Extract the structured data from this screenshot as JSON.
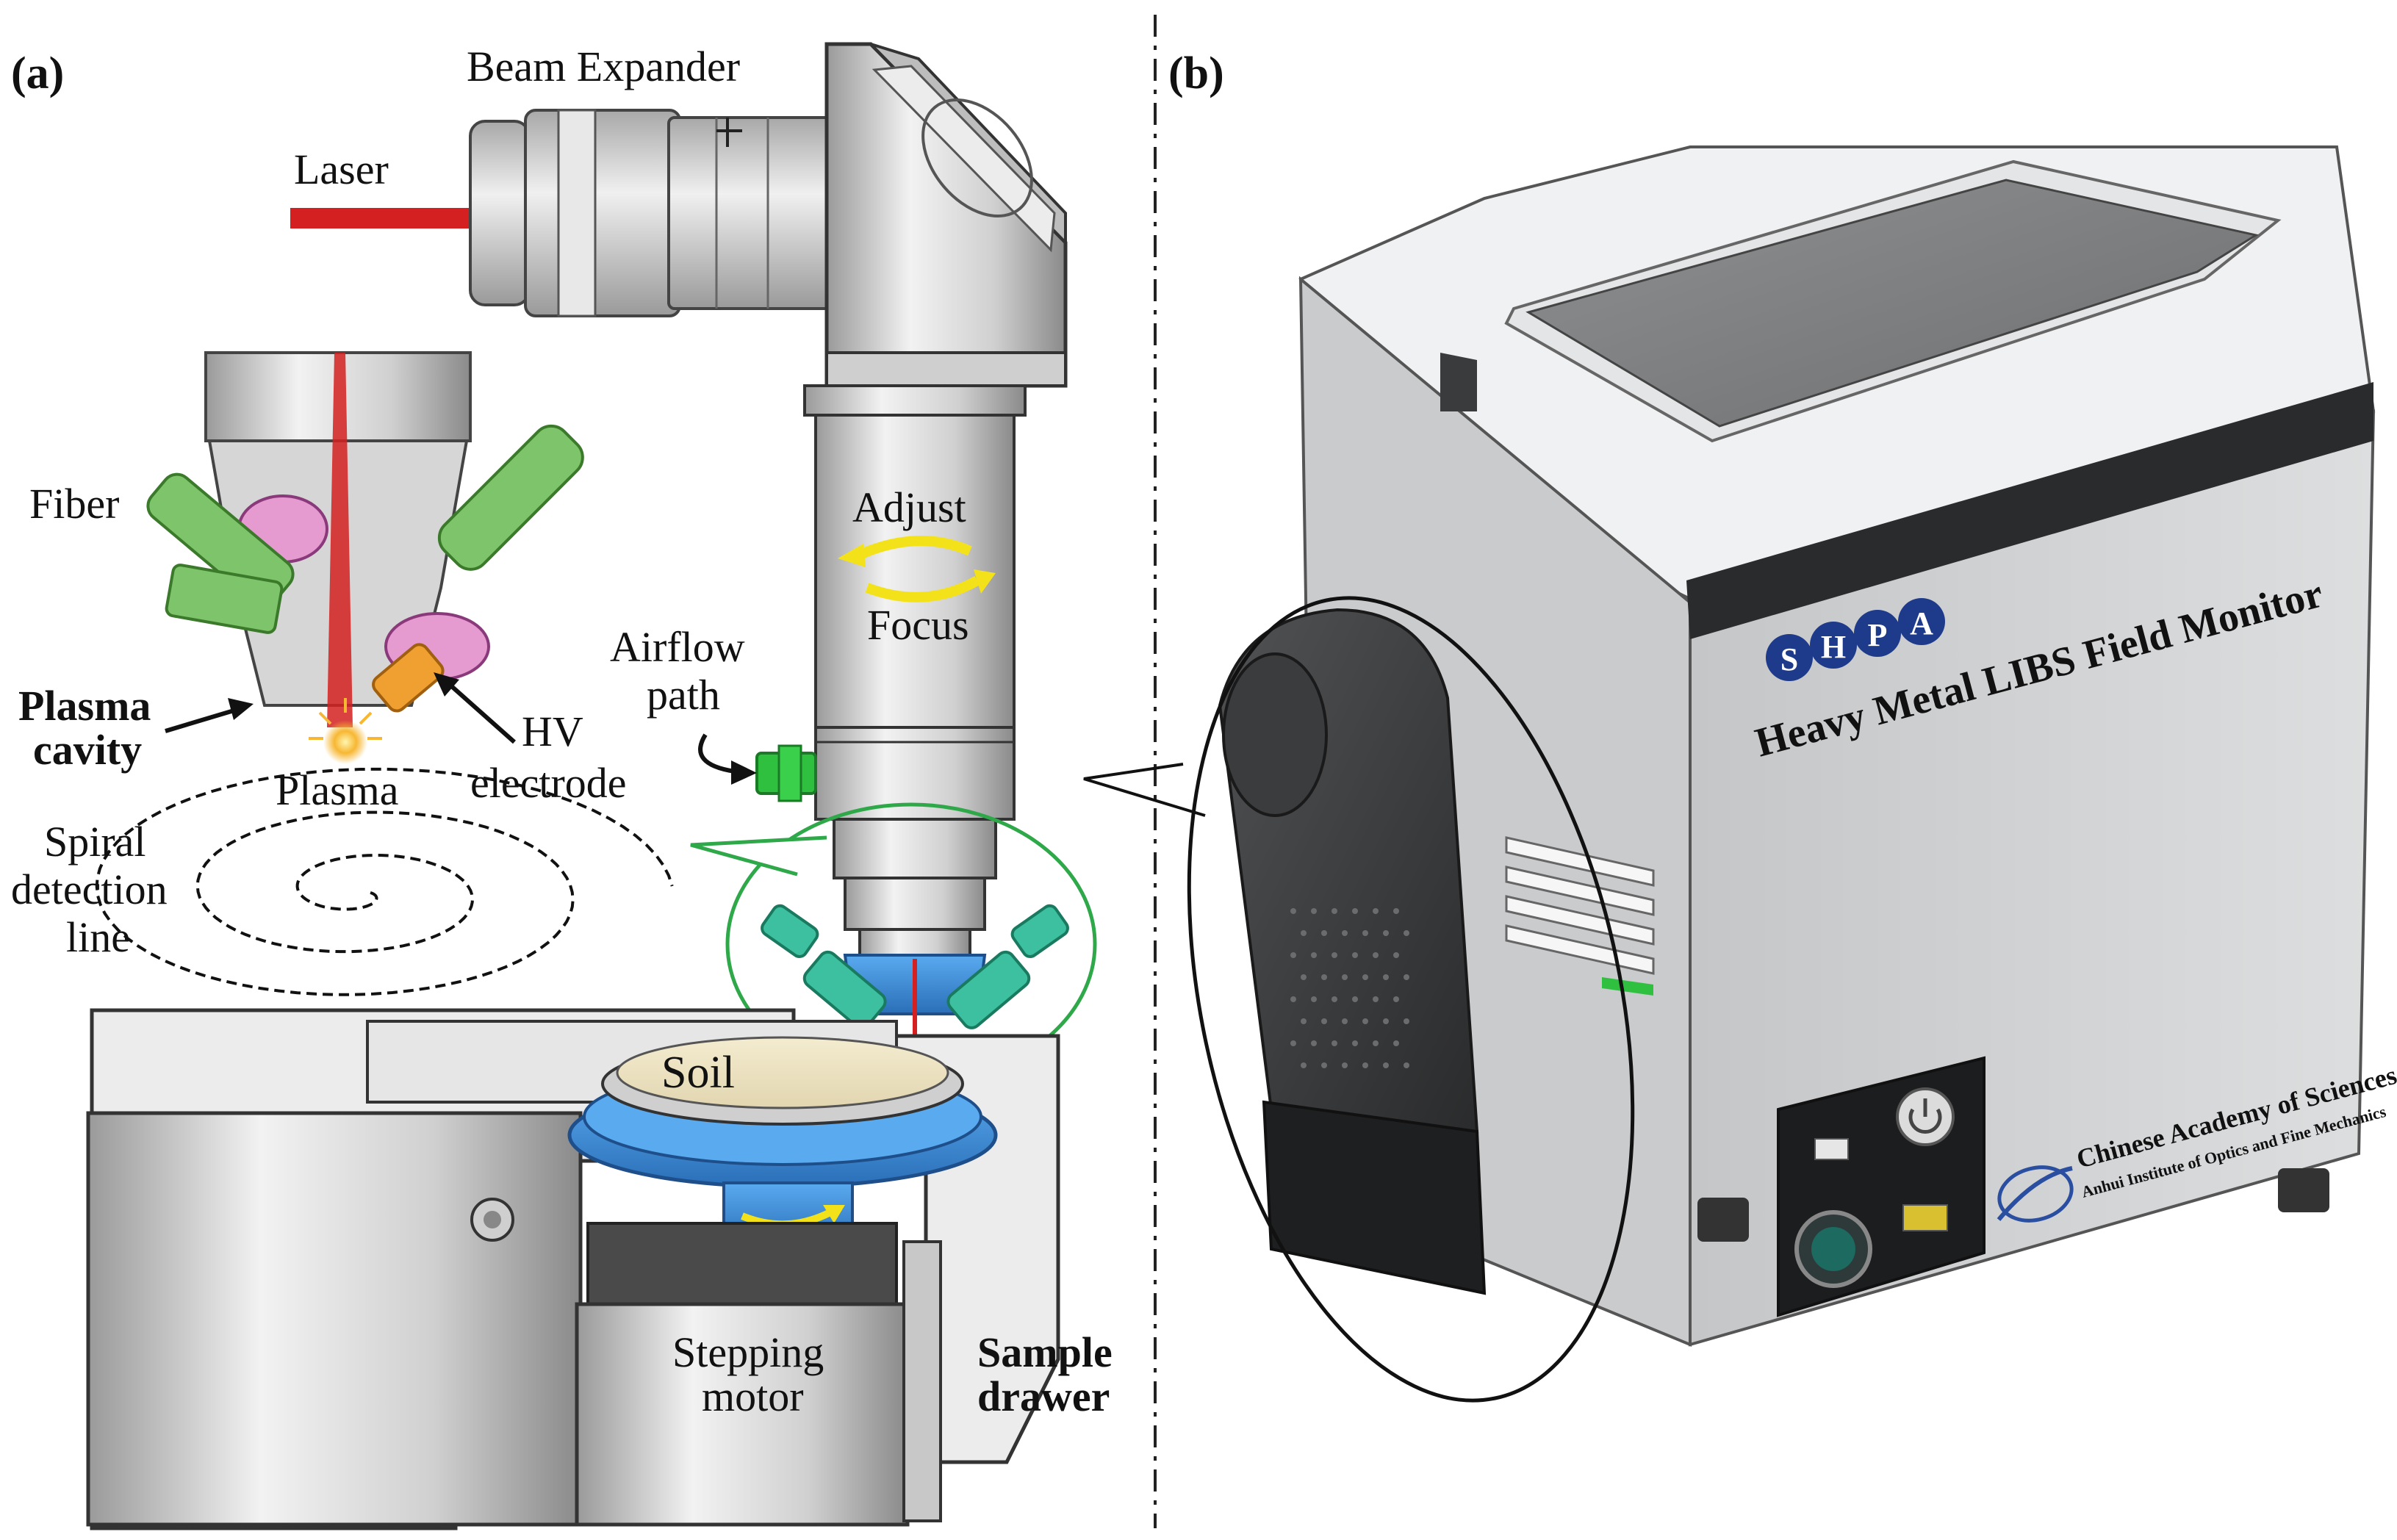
{
  "panel_a": {
    "tag": "(a)",
    "labels": {
      "beam_expander": "Beam Expander",
      "laser": "Laser",
      "fiber": "Fiber",
      "adjust": "Adjust",
      "focus": "Focus",
      "airflow_1": "Airflow",
      "airflow_2": "path",
      "plasma_cavity_1": "Plasma",
      "plasma_cavity_2": "cavity",
      "hv_1": "HV",
      "hv_2": "electrode",
      "plasma": "Plasma",
      "spiral_1": "Spiral",
      "spiral_2": "detection",
      "spiral_3": "line",
      "soil": "Soil",
      "stepping_1": "Stepping",
      "stepping_2": "motor",
      "drawer_1": "Sample",
      "drawer_2": "drawer"
    }
  },
  "panel_b": {
    "tag": "(b)",
    "logo_letters": [
      "S",
      "H",
      "P",
      "A"
    ],
    "device_title": "Heavy Metal LIBS Field Monitor",
    "org_1": "Chinese Academy of Sciences",
    "org_2": "Anhui Institute of Optics and Fine Mechanics"
  },
  "colors": {
    "laser": "#d42020",
    "fiber_green": "#6fbf60",
    "holder_pink": "#e59ad0",
    "electrode_orange": "#f0a030",
    "stage_blue": "#3a8fd8",
    "adjust_arrow": "#f3e21a",
    "callout_circle": "#2fa84a",
    "device_body": "#d2d4d6",
    "device_dark": "#3a3c3e",
    "logo_blue": "#1e3a8a"
  }
}
